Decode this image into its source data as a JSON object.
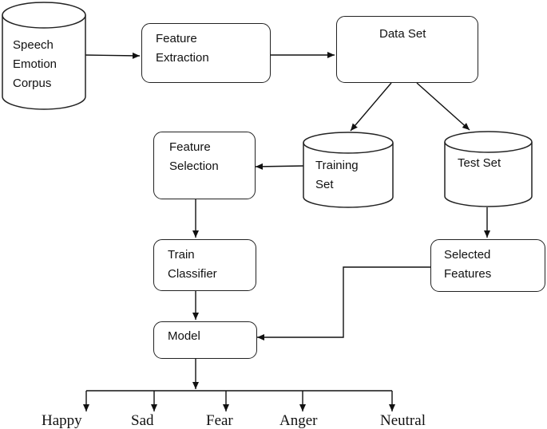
{
  "diagram": {
    "nodes": {
      "corpus": "Speech\nEmotion\nCorpus",
      "feature_extraction": "Feature\nExtraction",
      "data_set": "Data Set",
      "feature_selection": "Feature\nSelection",
      "training_set": "Training\nSet",
      "test_set": "Test Set",
      "train_classifier": "Train\nClassifier",
      "selected_features": "Selected\nFeatures",
      "model": "Model"
    },
    "outputs": [
      "Happy",
      "Sad",
      "Fear",
      "Anger",
      "Neutral"
    ]
  }
}
